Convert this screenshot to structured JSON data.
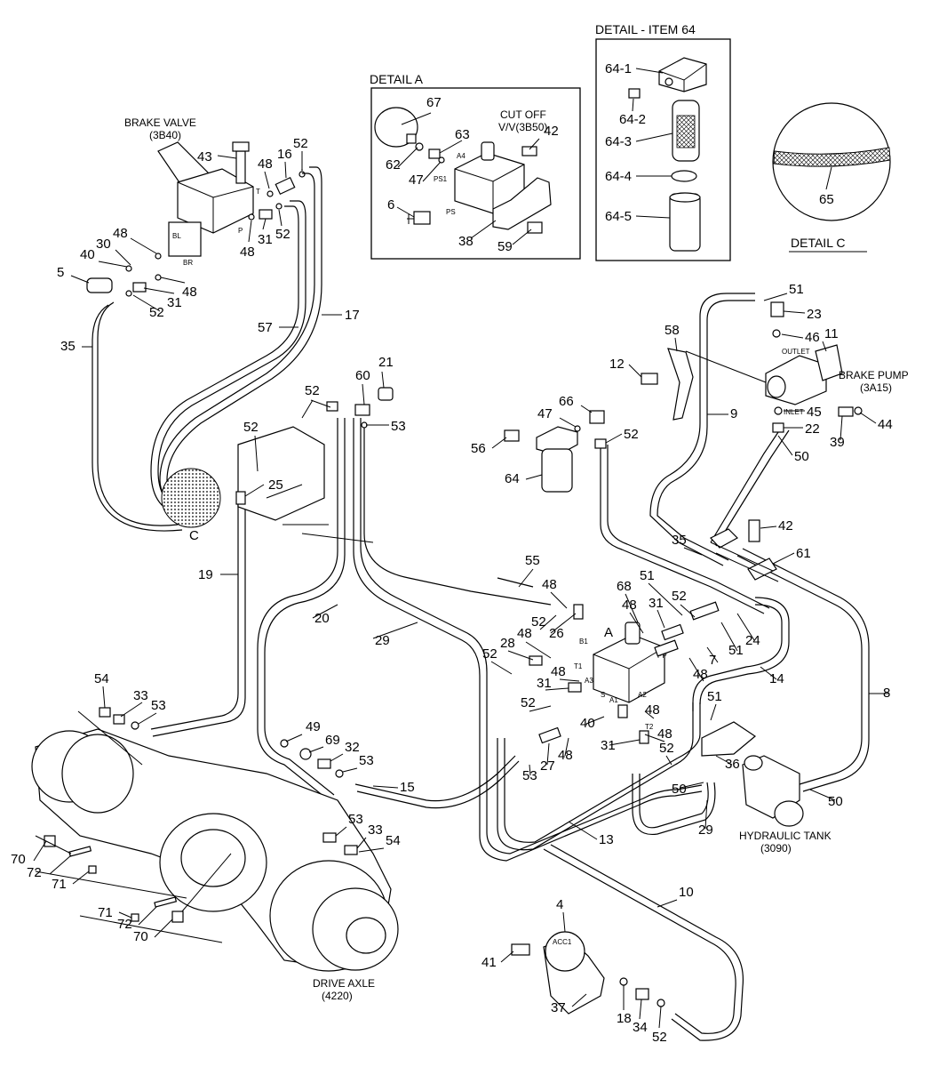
{
  "captions": {
    "detail_a": "DETAIL A",
    "detail_item64": "DETAIL - ITEM 64",
    "detail_c": "DETAIL C",
    "brake_valve": "BRAKE VALVE",
    "brake_valve_ref": "(3B40)",
    "cut_off_1": "CUT OFF",
    "cut_off_2": "V/V(3B50)",
    "brake_pump": "BRAKE PUMP",
    "brake_pump_ref": "(3A15)",
    "hydraulic_tank": "HYDRAULIC TANK",
    "hydraulic_tank_ref": "(3090)",
    "drive_axle": "DRIVE AXLE",
    "drive_axle_ref": "(4220)",
    "view_a": "A",
    "view_c": "C",
    "outlet": "OUTLET",
    "inlet": "INLET",
    "acc": "ACC1"
  },
  "ports": {
    "a4": "A4",
    "ps1": "PS1",
    "ps": "PS",
    "bl": "BL",
    "br": "BR",
    "t": "T",
    "p": "P",
    "b1": "B1",
    "t1": "T1",
    "a3": "A3",
    "a1": "A1",
    "a2": "A2",
    "t2": "T2",
    "pp": "PP",
    "s": "S"
  },
  "callouts": {
    "c67": "67",
    "c63": "63",
    "c42a": "42",
    "c62": "62",
    "c47a": "47",
    "c6": "6",
    "c38": "38",
    "c59": "59",
    "c64_1": "64-1",
    "c64_2": "64-2",
    "c64_3": "64-3",
    "c64_4": "64-4",
    "c64_5": "64-5",
    "c65": "65",
    "c43": "43",
    "c48a": "48",
    "c16": "16",
    "c52a": "52",
    "c48b": "48",
    "c30": "30",
    "c40a": "40",
    "c5": "5",
    "c48c": "48",
    "c52b": "52",
    "c31a": "31",
    "c31b": "31",
    "c48d": "48",
    "c52c": "52",
    "c35a": "35",
    "c57": "57",
    "c17": "17",
    "c52d": "52",
    "c60": "60",
    "c21": "21",
    "c53a": "53",
    "c52e": "52",
    "c25": "25",
    "c19": "19",
    "c20": "20",
    "c29a": "29",
    "c51a": "51",
    "c23": "23",
    "c46": "46",
    "c11": "11",
    "c58": "58",
    "c12": "12",
    "c9": "9",
    "c45": "45",
    "c44": "44",
    "c22": "22",
    "c39": "39",
    "c50a": "50",
    "c66": "66",
    "c47b": "47",
    "c52f": "52",
    "c56": "56",
    "c64": "64",
    "c42b": "42",
    "c35b": "35",
    "c61": "61",
    "c55": "55",
    "c48e": "48",
    "c52g": "52",
    "c26": "26",
    "c28": "28",
    "c48f": "48",
    "c52h": "52",
    "c48g": "48",
    "c31c": "31",
    "c52i": "52",
    "c40b": "40",
    "c68": "68",
    "c51b": "51",
    "c31d": "31",
    "c52j": "52",
    "c48h": "48",
    "c7": "7",
    "c48i": "48",
    "c51c": "51",
    "c24": "24",
    "c14": "14",
    "c8": "8",
    "c48j": "48",
    "c48k": "48",
    "c31e": "31",
    "c52k": "52",
    "c51d": "51",
    "c36": "36",
    "c53b": "53",
    "c27": "27",
    "c48l": "48",
    "c50b": "50",
    "c50c": "50",
    "c29b": "29",
    "c54a": "54",
    "c33a": "33",
    "c53c": "53",
    "c49": "49",
    "c69": "69",
    "c32": "32",
    "c53d": "53",
    "c15": "15",
    "c53e": "53",
    "c33b": "33",
    "c54b": "54",
    "c13": "13",
    "c70a": "70",
    "c72a": "72",
    "c71a": "71",
    "c71b": "71",
    "c72b": "72",
    "c70b": "70",
    "c10": "10",
    "c4": "4",
    "c41": "41",
    "c37": "37",
    "c18": "18",
    "c34": "34",
    "c52l": "52"
  }
}
